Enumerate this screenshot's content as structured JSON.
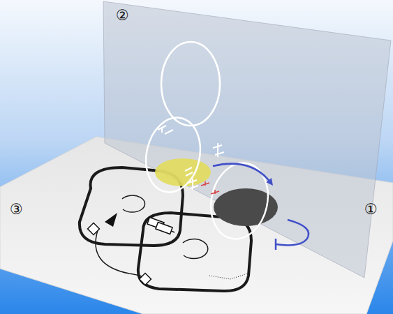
{
  "diagram": {
    "labels": [
      "②",
      "③",
      "①"
    ]
  }
}
